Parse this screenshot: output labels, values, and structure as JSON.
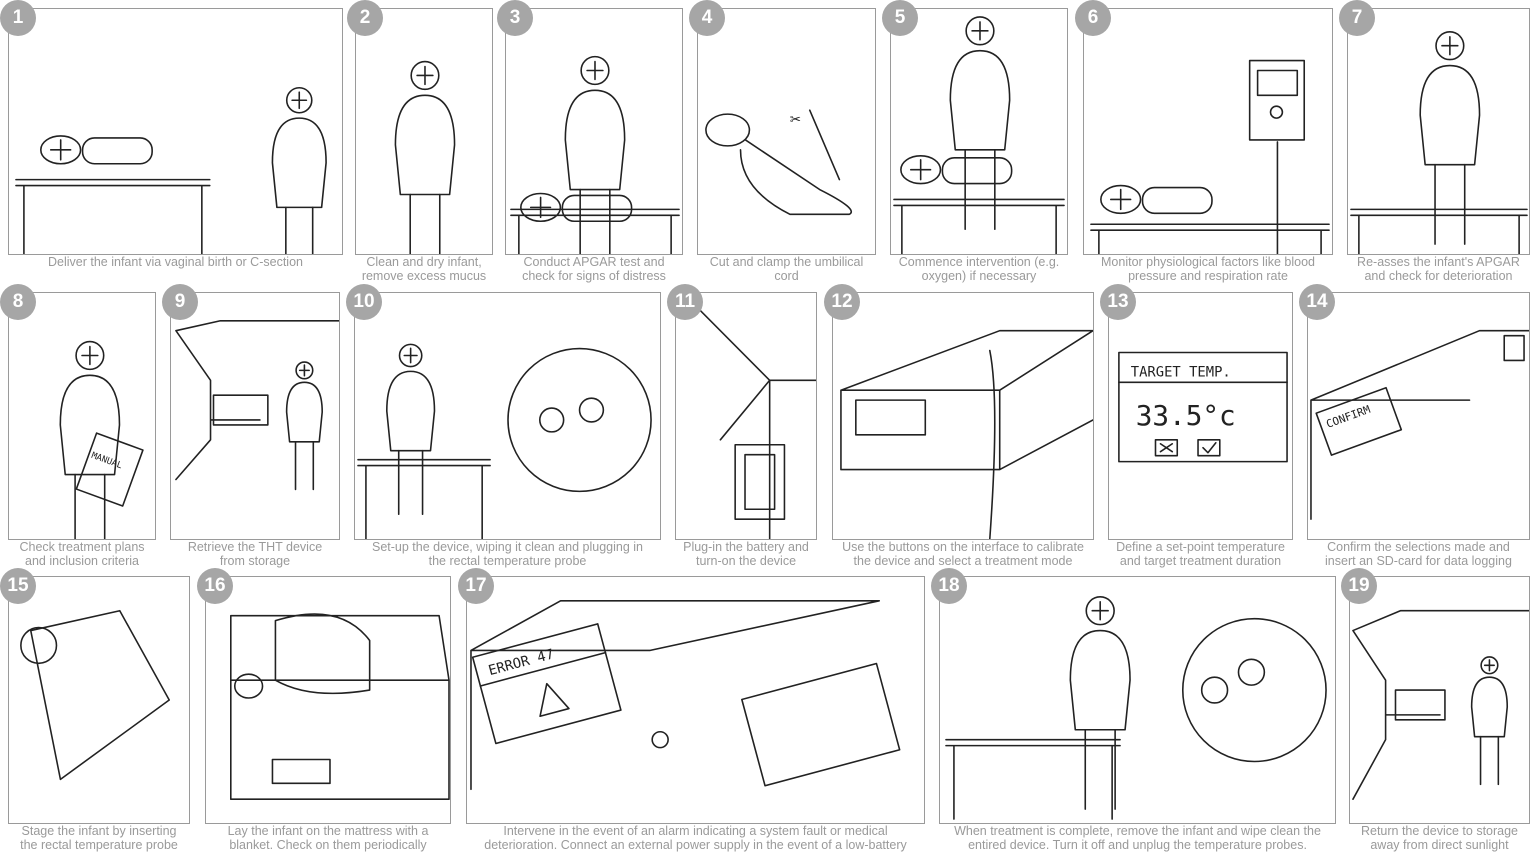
{
  "steps": [
    {
      "n": "1",
      "caption": [
        "Deliver the infant via vaginal birth or C-section"
      ]
    },
    {
      "n": "2",
      "caption": [
        "Clean and dry infant,",
        "remove excess mucus"
      ]
    },
    {
      "n": "3",
      "caption": [
        "Conduct APGAR test and",
        "check for signs of distress"
      ]
    },
    {
      "n": "4",
      "caption": [
        "Cut and clamp the umbilical",
        "cord"
      ]
    },
    {
      "n": "5",
      "caption": [
        "Commence intervention (e.g.",
        "oxygen) if necessary"
      ]
    },
    {
      "n": "6",
      "caption": [
        "Monitor physiological factors like blood",
        "pressure and respiration rate"
      ]
    },
    {
      "n": "7",
      "caption": [
        "Re-asses the infant's APGAR",
        "and check for deterioration"
      ]
    },
    {
      "n": "8",
      "caption": [
        "Check treatment plans",
        "and inclusion criteria"
      ]
    },
    {
      "n": "9",
      "caption": [
        "Retrieve the THT device",
        "from storage"
      ]
    },
    {
      "n": "10",
      "caption": [
        "Set-up the device, wiping it clean and plugging in",
        "the rectal temperature probe"
      ]
    },
    {
      "n": "11",
      "caption": [
        "Plug-in the battery and",
        "turn-on the device"
      ]
    },
    {
      "n": "12",
      "caption": [
        "Use the buttons on the interface to calibrate",
        "the device and select a treatment mode"
      ]
    },
    {
      "n": "13",
      "caption": [
        "Define a set-point temperature",
        "and target treatment duration"
      ]
    },
    {
      "n": "14",
      "caption": [
        "Confirm the selections made and",
        "insert an SD-card for data logging"
      ]
    },
    {
      "n": "15",
      "caption": [
        "Stage the infant by inserting",
        "the rectal temperature probe"
      ]
    },
    {
      "n": "16",
      "caption": [
        "Lay the infant on the mattress with a",
        "blanket. Check on them periodically"
      ]
    },
    {
      "n": "17",
      "caption": [
        "Intervene in the event of an alarm indicating a system fault or medical",
        "deterioration. Connect an external power supply in the event of a low-battery"
      ]
    },
    {
      "n": "18",
      "caption": [
        "When treatment is complete, remove the infant and wipe clean the",
        "entired device. Turn it off and unplug the temperature probes."
      ]
    },
    {
      "n": "19",
      "caption": [
        "Return the device to storage",
        "away from direct sunlight"
      ]
    }
  ],
  "sketch_text": {
    "manual": "MANUAL",
    "target_temp": "TARGET TEMP.",
    "temp_value": "33.5°c",
    "confirm": "CONFIRM",
    "error": "ERROR 47"
  }
}
